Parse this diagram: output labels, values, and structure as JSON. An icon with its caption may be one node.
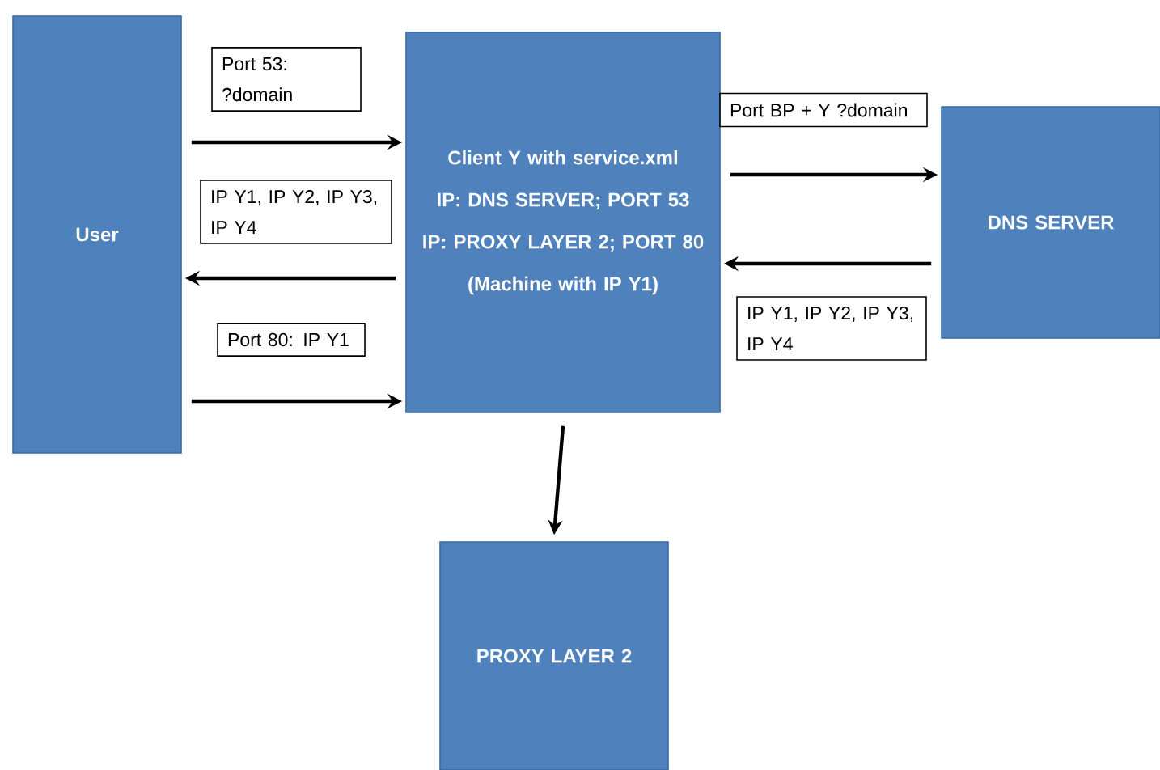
{
  "diagram": {
    "nodes": [
      {
        "text": [
          "User"
        ]
      },
      {
        "text": [
          "Client Y with service.xml",
          "IP: DNS SERVER; PORT 53",
          "IP: PROXY LAYER 2; PORT 80",
          "(Machine with IP Y1)"
        ]
      },
      {
        "text": [
          "DNS SERVER"
        ]
      },
      {
        "text": [
          "PROXY LAYER 2"
        ]
      }
    ],
    "edges": [
      {
        "from": 0,
        "to": 1,
        "arrow": "to",
        "label": "Port 53: ?domain"
      },
      {
        "from": 1,
        "to": 0,
        "arrow": "to",
        "label": "IP Y1, IP Y2, IP Y3, IP Y4"
      },
      {
        "from": 0,
        "to": 1,
        "arrow": "to",
        "label": "Port 80: IP Y1"
      },
      {
        "from": 1,
        "to": 2,
        "arrow": "to",
        "label": "Port BP + Y ?domain"
      },
      {
        "from": 2,
        "to": 1,
        "arrow": "to",
        "label": "IP Y1, IP Y2, IP Y3, IP Y4"
      },
      {
        "from": 1,
        "to": 3,
        "arrow": "to"
      }
    ]
  }
}
